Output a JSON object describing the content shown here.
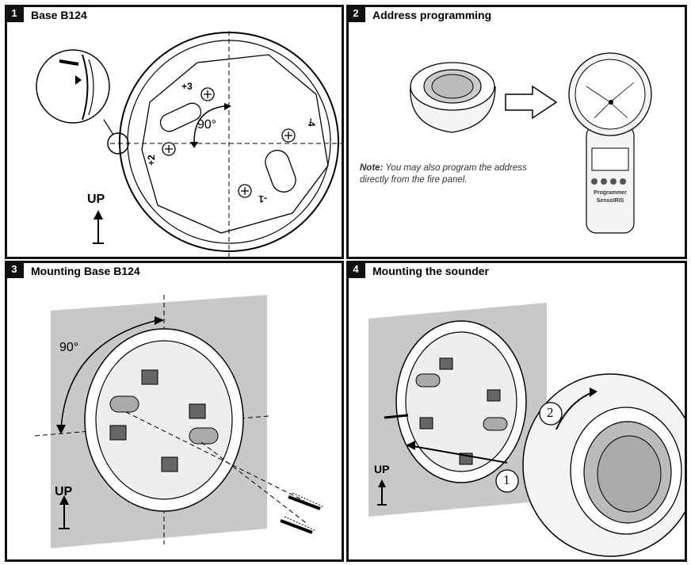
{
  "panels": [
    {
      "number": "1",
      "title": "Base B124",
      "up_label": "UP",
      "angle_label": "90°",
      "terminals": [
        "+3",
        "-4",
        "+2",
        "-1"
      ]
    },
    {
      "number": "2",
      "title": "Address programming",
      "note_label": "Note:",
      "note_text": "You may also program the address directly from the fire panel.",
      "programmer_labels": [
        "Programmer",
        "SensoIRIS"
      ]
    },
    {
      "number": "3",
      "title": "Mounting Base B124",
      "up_label": "UP",
      "angle_label": "90°"
    },
    {
      "number": "4",
      "title": "Mounting the sounder",
      "up_label": "UP",
      "step_labels": [
        "1",
        "2"
      ]
    }
  ]
}
